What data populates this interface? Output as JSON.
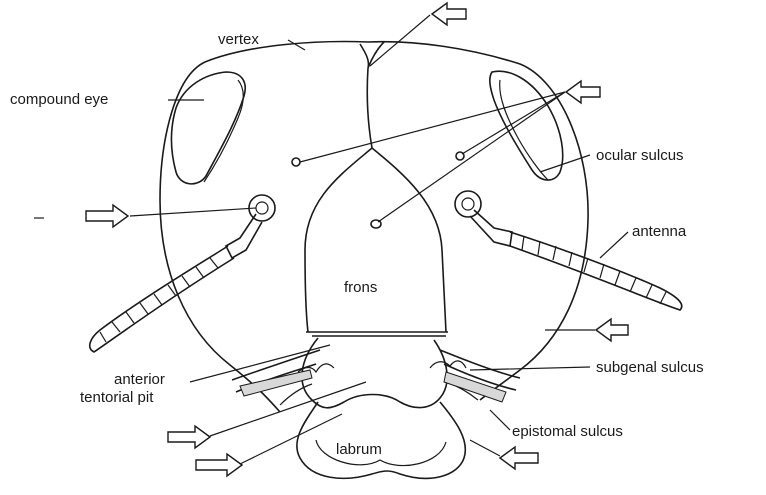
{
  "labels": {
    "vertex": "vertex",
    "compound_eye": "compound eye",
    "ocular_sulcus": "ocular sulcus",
    "antenna": "antenna",
    "frons": "frons",
    "subgenal_sulcus": "subgenal sulcus",
    "anterior_tentorial_pit_line1": "anterior",
    "anterior_tentorial_pit_line2": "tentorial pit",
    "labrum": "labrum",
    "epistomal_sulcus": "epistomal sulcus"
  },
  "colors": {
    "ink": "#1a1a1a",
    "background": "#ffffff"
  },
  "icons": {
    "blank_label_arrow": "hollow-block-arrow"
  }
}
